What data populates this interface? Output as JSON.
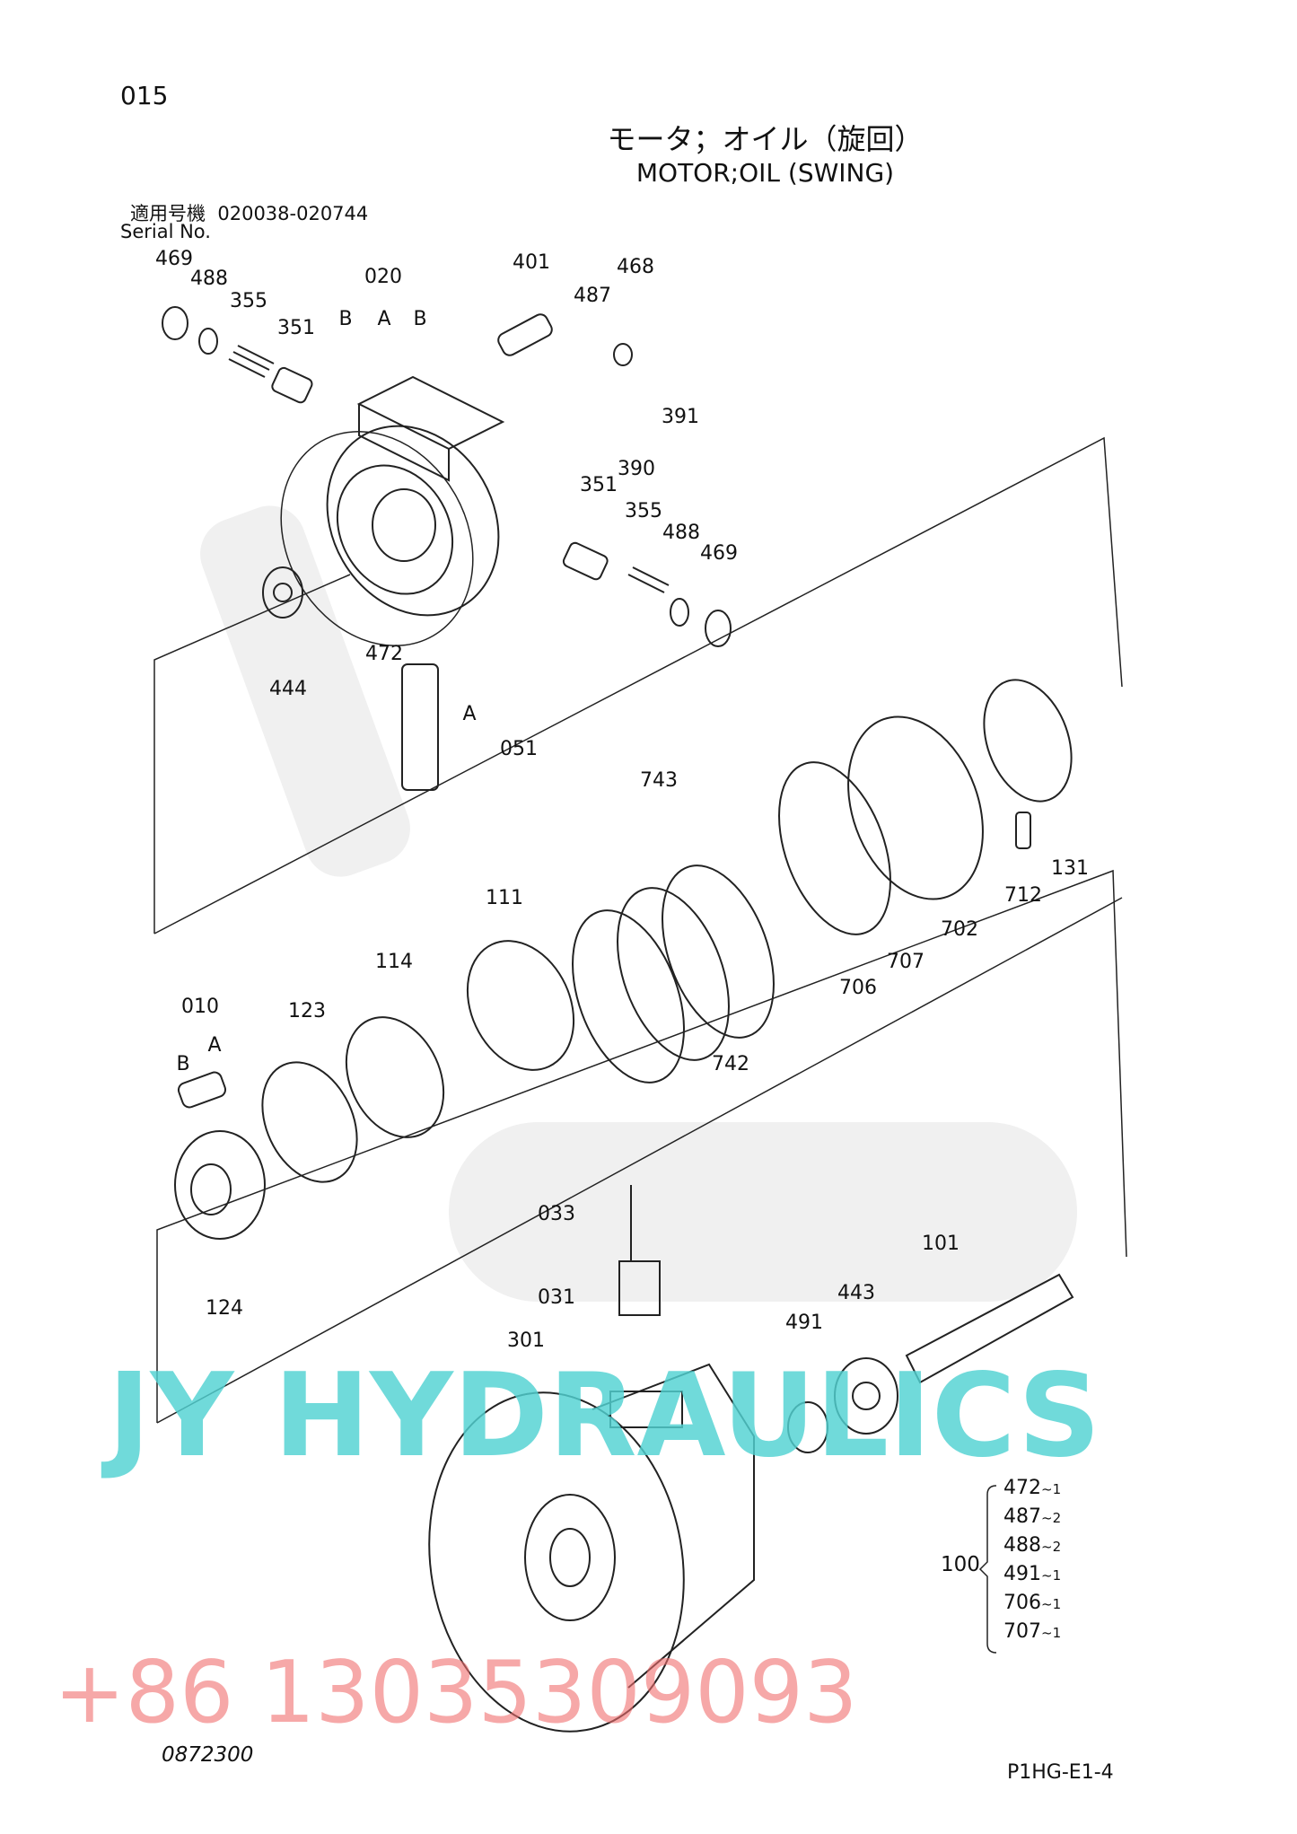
{
  "header": {
    "page_number": "015",
    "title_jp": "モータ；オイル（旋回）",
    "title_en": "MOTOR;OIL (SWING)",
    "serial_label_jp": "適用号機",
    "serial_range": "020038-020744",
    "serial_label_en": "Serial No."
  },
  "parts": [
    "469",
    "488",
    "355",
    "351",
    "020",
    "B",
    "A",
    "B",
    "401",
    "487",
    "468",
    "391",
    "390",
    "351",
    "355",
    "488",
    "469",
    "472",
    "444",
    "A",
    "051",
    "743",
    "111",
    "114",
    "010",
    "123",
    "B",
    "A",
    "742",
    "706",
    "707",
    "702",
    "712",
    "131",
    "033",
    "031",
    "124",
    "101",
    "443",
    "491",
    "301"
  ],
  "kit": {
    "code": "100",
    "items": [
      {
        "part": "472",
        "qty": "~1"
      },
      {
        "part": "487",
        "qty": "~2"
      },
      {
        "part": "488",
        "qty": "~2"
      },
      {
        "part": "491",
        "qty": "~1"
      },
      {
        "part": "706",
        "qty": "~1"
      },
      {
        "part": "707",
        "qty": "~1"
      }
    ]
  },
  "footer": {
    "doc_code": "0872300",
    "page_code": "P1HG-E1-4"
  },
  "watermarks": {
    "phone": "+86 13035309093",
    "brand": "JY HYDRAULICS",
    "brand_color": "#5fd8d8",
    "phone_color": "#f06e6e"
  }
}
